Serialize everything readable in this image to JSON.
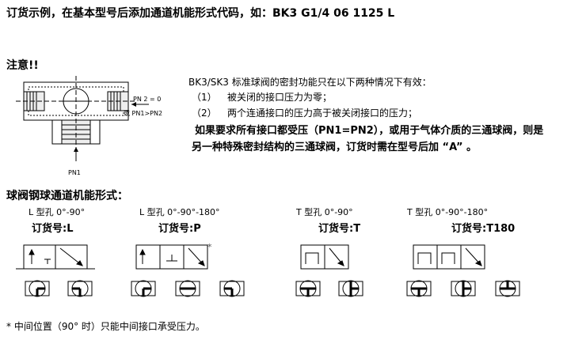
{
  "header": {
    "order_example": "订货示例，在基本型号后添加通道机能形式代码，如：BK3 G1/4 06 1125 L"
  },
  "note": {
    "title": "注意!!",
    "intro": "BK3/SK3 标准球阀的密封功能只在以下两种情况下有效：",
    "case1_num": "（1）",
    "case1_text": "被关闭的接口压力为零；",
    "case2_num": "（2）",
    "case2_text": "两个连通接口的压力高于被关闭接口的压力；",
    "req_line1": "如果要求所有接口都受压（PN1=PN2），或用于气体介质的三通球阀，则是",
    "req_line2": "另一种特殊密封结构的三通球阀，订货时需在型号后加 “A” 。",
    "diagram_labels": {
      "pn2": "PN 2 = 0",
      "or_pn": "或 PN1>PN2",
      "pn1": "PN1"
    }
  },
  "section": {
    "title": "球阀钢球通道机能形式："
  },
  "variants": [
    {
      "label": "L 型孔 0°-90°",
      "order": "订货号:L"
    },
    {
      "label": "L 型孔 0°-90°-180°",
      "order": "订货号:P"
    },
    {
      "label": "T 型孔 0°-90°",
      "order": "订货号:T"
    },
    {
      "label": "T 型孔 0°-90°-180°",
      "order": "订货号:T180"
    }
  ],
  "star_mark": "*",
  "footnote": "* 中间位置（90° 时）只能中间接口承受压力。"
}
